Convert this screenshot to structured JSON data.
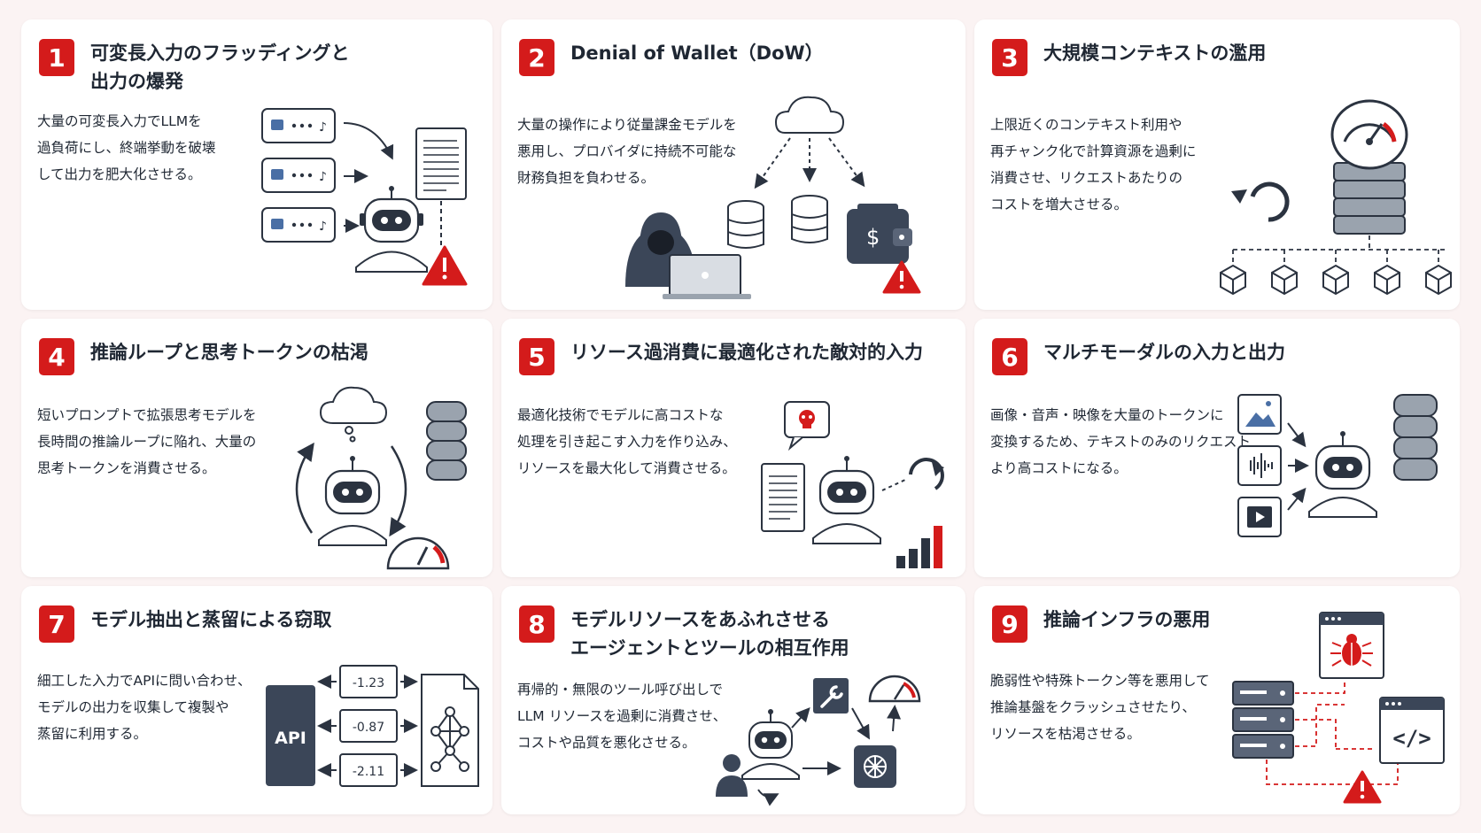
{
  "cards": [
    {
      "number": "1",
      "title_lines": [
        "可変長入力のフラッディングと",
        "出力の爆発"
      ],
      "desc_lines": [
        "大量の可変長入力でLLMを",
        "過負荷にし、終端挙動を破壊",
        "して出力を肥大化させる。"
      ]
    },
    {
      "number": "2",
      "title_lines": [
        "Denial of Wallet（DoW）"
      ],
      "desc_lines": [
        "大量の操作により従量課金モデルを",
        "悪用し、プロバイダに持続不可能な",
        "財務負担を負わせる。"
      ],
      "icon_text": "$"
    },
    {
      "number": "3",
      "title_lines": [
        "大規模コンテキストの濫用"
      ],
      "desc_lines": [
        "上限近くのコンテキスト利用や",
        "再チャンク化で計算資源を過剰に",
        "消費させ、リクエストあたりの",
        "コストを増大させる。"
      ]
    },
    {
      "number": "4",
      "title_lines": [
        "推論ループと思考トークンの枯渇"
      ],
      "desc_lines": [
        "短いプロンプトで拡張思考モデルを",
        "長時間の推論ループに陥れ、大量の",
        "思考トークンを消費させる。"
      ]
    },
    {
      "number": "5",
      "title_lines": [
        "リソース過消費に最適化された敵対的入力"
      ],
      "desc_lines": [
        "最適化技術でモデルに高コストな",
        "処理を引き起こす入力を作り込み、",
        "リソースを最大化して消費させる。"
      ]
    },
    {
      "number": "6",
      "title_lines": [
        "マルチモーダルの入力と出力"
      ],
      "desc_lines": [
        "画像・音声・映像を大量のトークンに",
        "変換するため、テキストのみのリクエスト",
        "より高コストになる。"
      ]
    },
    {
      "number": "7",
      "title_lines": [
        "モデル抽出と蒸留による窃取"
      ],
      "desc_lines": [
        "細工した入力でAPIに問い合わせ、",
        "モデルの出力を収集して複製や",
        "蒸留に利用する。"
      ],
      "api_label": "API",
      "values": [
        "-1.23",
        "-0.87",
        "-2.11"
      ]
    },
    {
      "number": "8",
      "title_lines": [
        "モデルリソースをあふれさせる",
        "エージェントとツールの相互作用"
      ],
      "desc_lines": [
        "再帰的・無限のツール呼び出しで",
        "LLM リソースを過剰に消費させ、",
        "コストや品質を悪化させる。"
      ]
    },
    {
      "number": "9",
      "title_lines": [
        "推論インフラの悪用"
      ],
      "desc_lines": [
        "脆弱性や特殊トークン等を悪用して",
        "推論基盤をクラッシュさせたり、",
        "リソースを枯渇させる。"
      ],
      "code_icon_text": "</>"
    }
  ],
  "colors": {
    "accent": "#d41b1b",
    "ink": "#2b3340",
    "background": "#fbf3f3",
    "card": "#ffffff"
  }
}
